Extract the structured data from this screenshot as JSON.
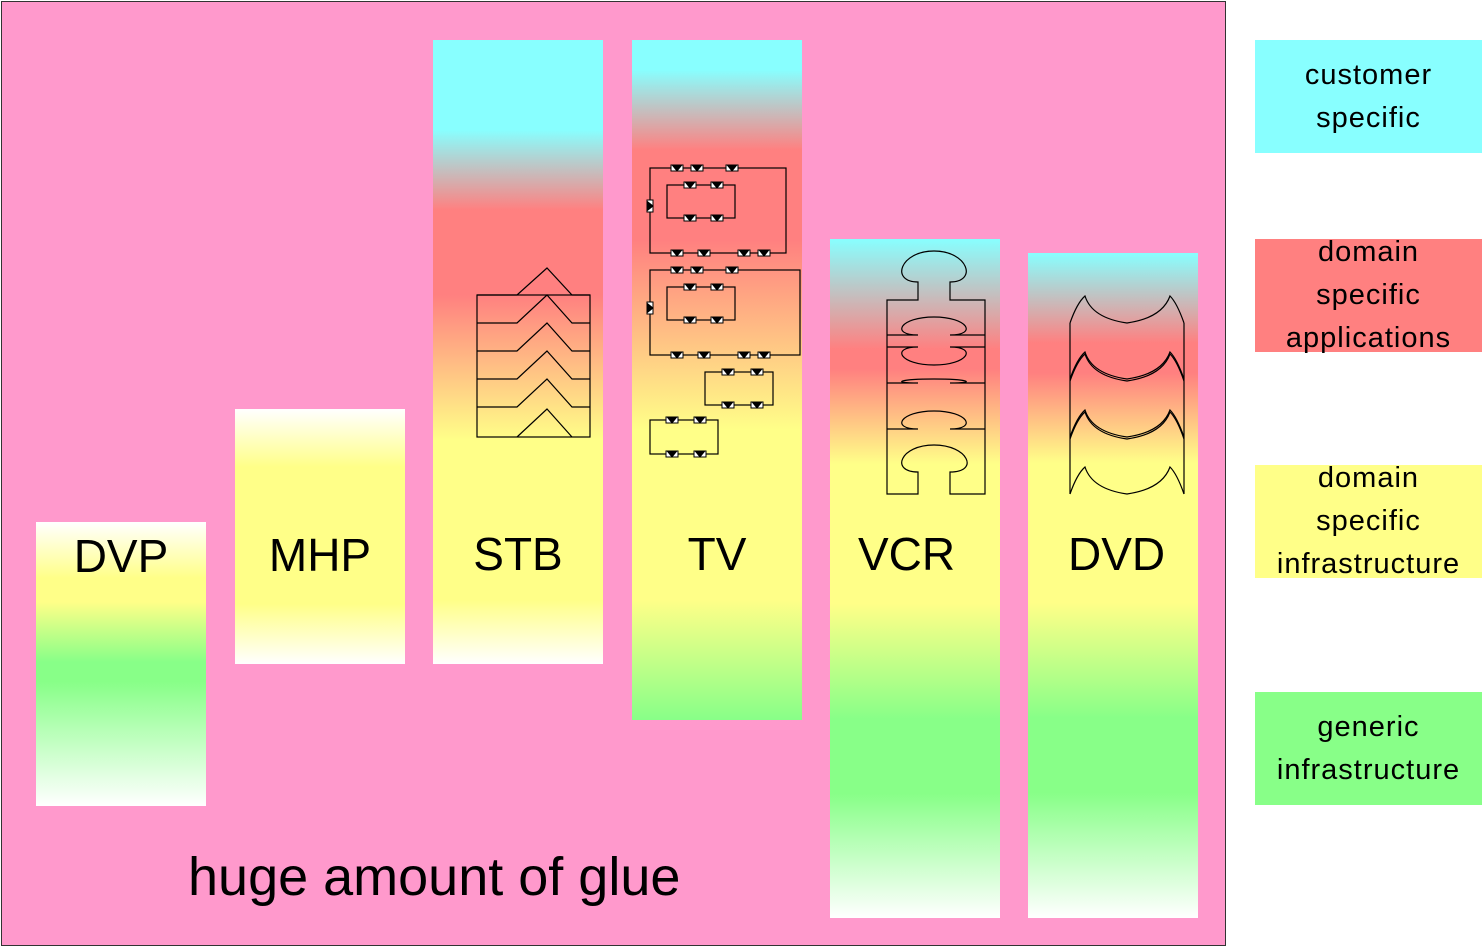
{
  "colors": {
    "glue": "#ff99cc",
    "customer_specific": "#88ffff",
    "domain_specific_applications": "#ff8080",
    "domain_specific_infrastructure": "#ffff88",
    "generic_infrastructure": "#88ff88"
  },
  "columns": [
    {
      "id": "dvp",
      "label": "DVP"
    },
    {
      "id": "mhp",
      "label": "MHP"
    },
    {
      "id": "stb",
      "label": "STB",
      "pattern": "chevron-stack"
    },
    {
      "id": "tv",
      "label": "TV",
      "pattern": "component-boxes"
    },
    {
      "id": "vcr",
      "label": "VCR",
      "pattern": "interlocking-pieces"
    },
    {
      "id": "dvd",
      "label": "DVD",
      "pattern": "wave-arcs"
    }
  ],
  "glue_label": "huge amount of glue",
  "legend": [
    {
      "lines": [
        "customer",
        "specific"
      ],
      "color": "#88ffff"
    },
    {
      "lines": [
        "domain",
        "specific",
        "applications"
      ],
      "color": "#ff8080"
    },
    {
      "lines": [
        "domain",
        "specific",
        "infrastructure"
      ],
      "color": "#ffff88"
    },
    {
      "lines": [
        "generic",
        "infrastructure"
      ],
      "color": "#88ff88"
    }
  ]
}
